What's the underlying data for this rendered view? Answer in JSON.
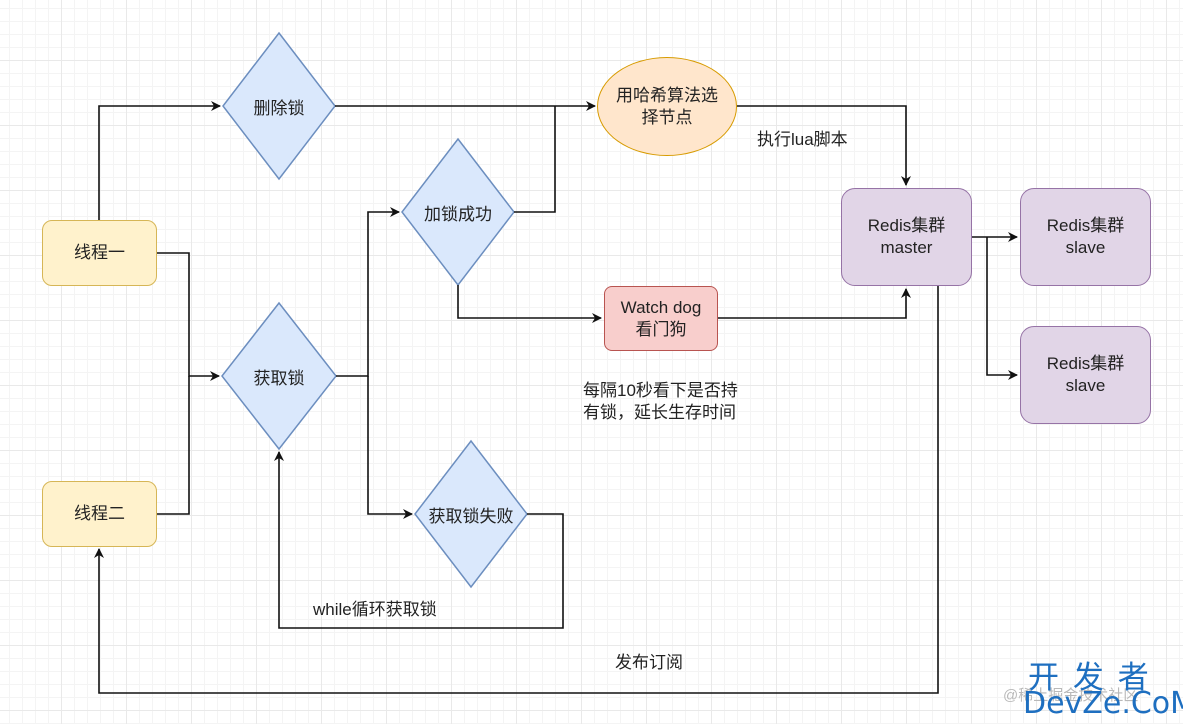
{
  "nodes": {
    "thread1": "线程一",
    "thread2": "线程二",
    "delete_lock": "删除锁",
    "acquire_lock": "获取锁",
    "lock_success": "加锁成功",
    "acquire_fail": "获取锁失败",
    "hash_select_line1": "用哈希算法选",
    "hash_select_line2": "择节点",
    "watchdog_line1": "Watch dog",
    "watchdog_line2": "看门狗",
    "master_line1": "Redis集群",
    "master_line2": "master",
    "slave1_line1": "Redis集群",
    "slave1_line2": "slave",
    "slave2_line1": "Redis集群",
    "slave2_line2": "slave"
  },
  "labels": {
    "exec_lua": "执行lua脚本",
    "watchdog_note_line1": "每隔10秒看下是否持",
    "watchdog_note_line2": "有锁，延长生存时间",
    "while_loop": "while循环获取锁",
    "pub_sub": "发布订阅"
  },
  "watermark": {
    "top": "开 发 者",
    "bottom": "DevZe.CoM",
    "faint": "@稀土掘金技术社区"
  },
  "colors": {
    "diamond_fill": "#dae8fc",
    "diamond_stroke": "#6c8ebf",
    "thread_fill": "#fff2cc",
    "redis_fill": "#e1d5e7",
    "watchdog_fill": "#f8cecc",
    "hash_fill": "#ffe6cc",
    "edge": "#111111",
    "watermark": "#1e6fc0"
  }
}
